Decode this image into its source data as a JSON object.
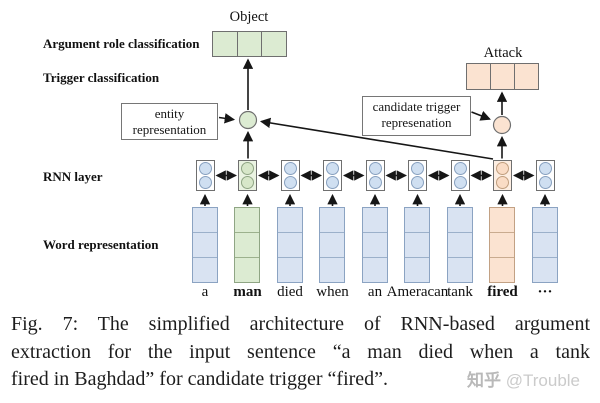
{
  "figure": {
    "labels": {
      "argument_role_classification": "Argument role classification",
      "trigger_classification": "Trigger classification",
      "rnn_layer": "RNN layer",
      "word_representation": "Word representation"
    },
    "classification_boxes": {
      "object_label": "Object",
      "attack_label": "Attack"
    },
    "entity_representation_box": {
      "line1": "entity",
      "line2": "representation"
    },
    "candidate_trigger_box": {
      "line1": "candidate trigger",
      "line2": "represenation"
    },
    "tokens": [
      {
        "word": "a"
      },
      {
        "word": "man"
      },
      {
        "word": "died"
      },
      {
        "word": "when"
      },
      {
        "word": "an"
      },
      {
        "word": "Ameracan"
      },
      {
        "word": "tank"
      },
      {
        "word": "fired"
      },
      {
        "word": "···"
      }
    ],
    "highlights": {
      "entity_token": "man",
      "candidate_trigger_token": "fired"
    },
    "colors": {
      "entity_green": "#dcebd2",
      "trigger_orange": "#fbe3d1",
      "word_blue": "#d9e3f2"
    }
  },
  "caption": {
    "line1": "Fig. 7: The simplified architecture of RNN-based argument",
    "line2": "extraction for the input sentence “a man died when a tank",
    "line3": "fired in Baghdad” for candidate trigger “fired”."
  },
  "watermark": {
    "site": "知乎",
    "handle": "@Trouble"
  }
}
